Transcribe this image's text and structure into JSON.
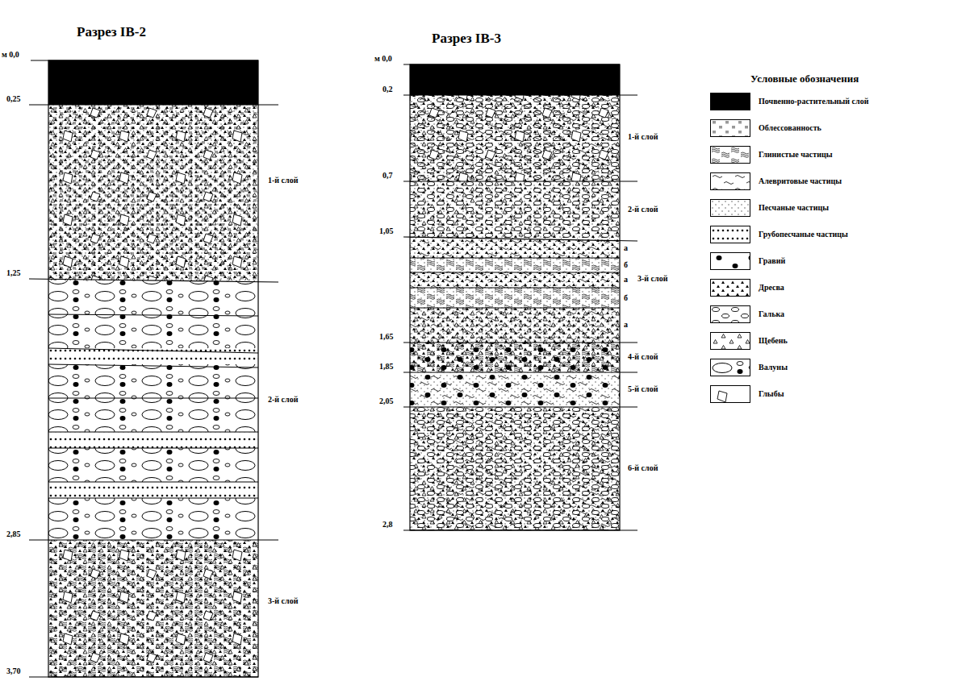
{
  "diagram": {
    "labels": [
      "Разрез IB-2",
      "м 0,0",
      "0,25",
      "1-й слой",
      "1,25",
      "2-й слой",
      "2,85",
      "3-й слой",
      "3,70",
      "Разрез IB-3",
      "м 0,0",
      "0,2",
      "1-й слой",
      "0,7",
      "2-й слой",
      "1,05",
      "а",
      "б",
      "а",
      "б",
      "а",
      "3-й слой",
      "1,65",
      "4-й слой",
      "1,85",
      "5-й слой",
      "2,05",
      "6-й слой",
      "2,8",
      "Условные обозначения"
    ],
    "legend": [
      {
        "text": "Почвенно-растительный слой",
        "color": "#000000"
      },
      {
        "text": "Облессованность"
      },
      {
        "text": "Глинистые частицы"
      },
      {
        "text": "Алевритовые частицы"
      },
      {
        "text": "Песчаные частицы"
      },
      {
        "text": "Грубопесчаные частицы"
      },
      {
        "text": "Гравий"
      },
      {
        "text": "Дресва"
      },
      {
        "text": "Галька"
      },
      {
        "text": "Щебень"
      },
      {
        "text": "Валуны"
      },
      {
        "text": "Глыбы"
      }
    ]
  }
}
